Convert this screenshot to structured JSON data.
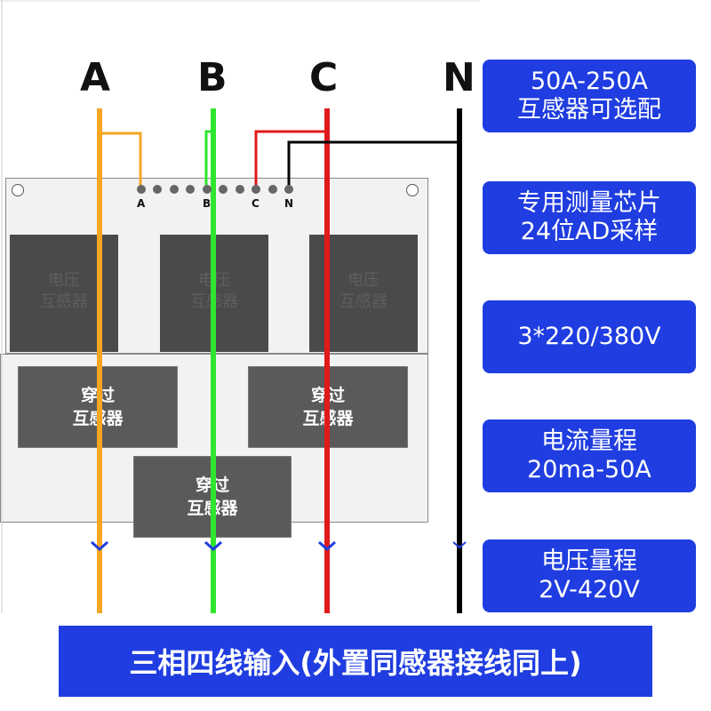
{
  "phases": [
    "A",
    "B",
    "C",
    "N"
  ],
  "terminals": [
    "A",
    "B",
    "C",
    "N"
  ],
  "voltage_transformer_label": [
    "电压",
    "互感器"
  ],
  "current_transformer_label": [
    "穿过",
    "互感器"
  ],
  "specs": [
    [
      "50A-250A",
      "互感器可选配"
    ],
    [
      "专用测量芯片",
      "24位AD采样"
    ],
    [
      "3*220/380V"
    ],
    [
      "电流量程",
      "20ma-50A"
    ],
    [
      "电压量程",
      "2V-420V"
    ]
  ],
  "footer": "三相四线输入(外置同感器接线同上)",
  "colors": {
    "A": "#f5a623",
    "B": "#2ee62e",
    "C": "#e01a1a",
    "N": "#000000",
    "panel": "#1f3de0"
  }
}
